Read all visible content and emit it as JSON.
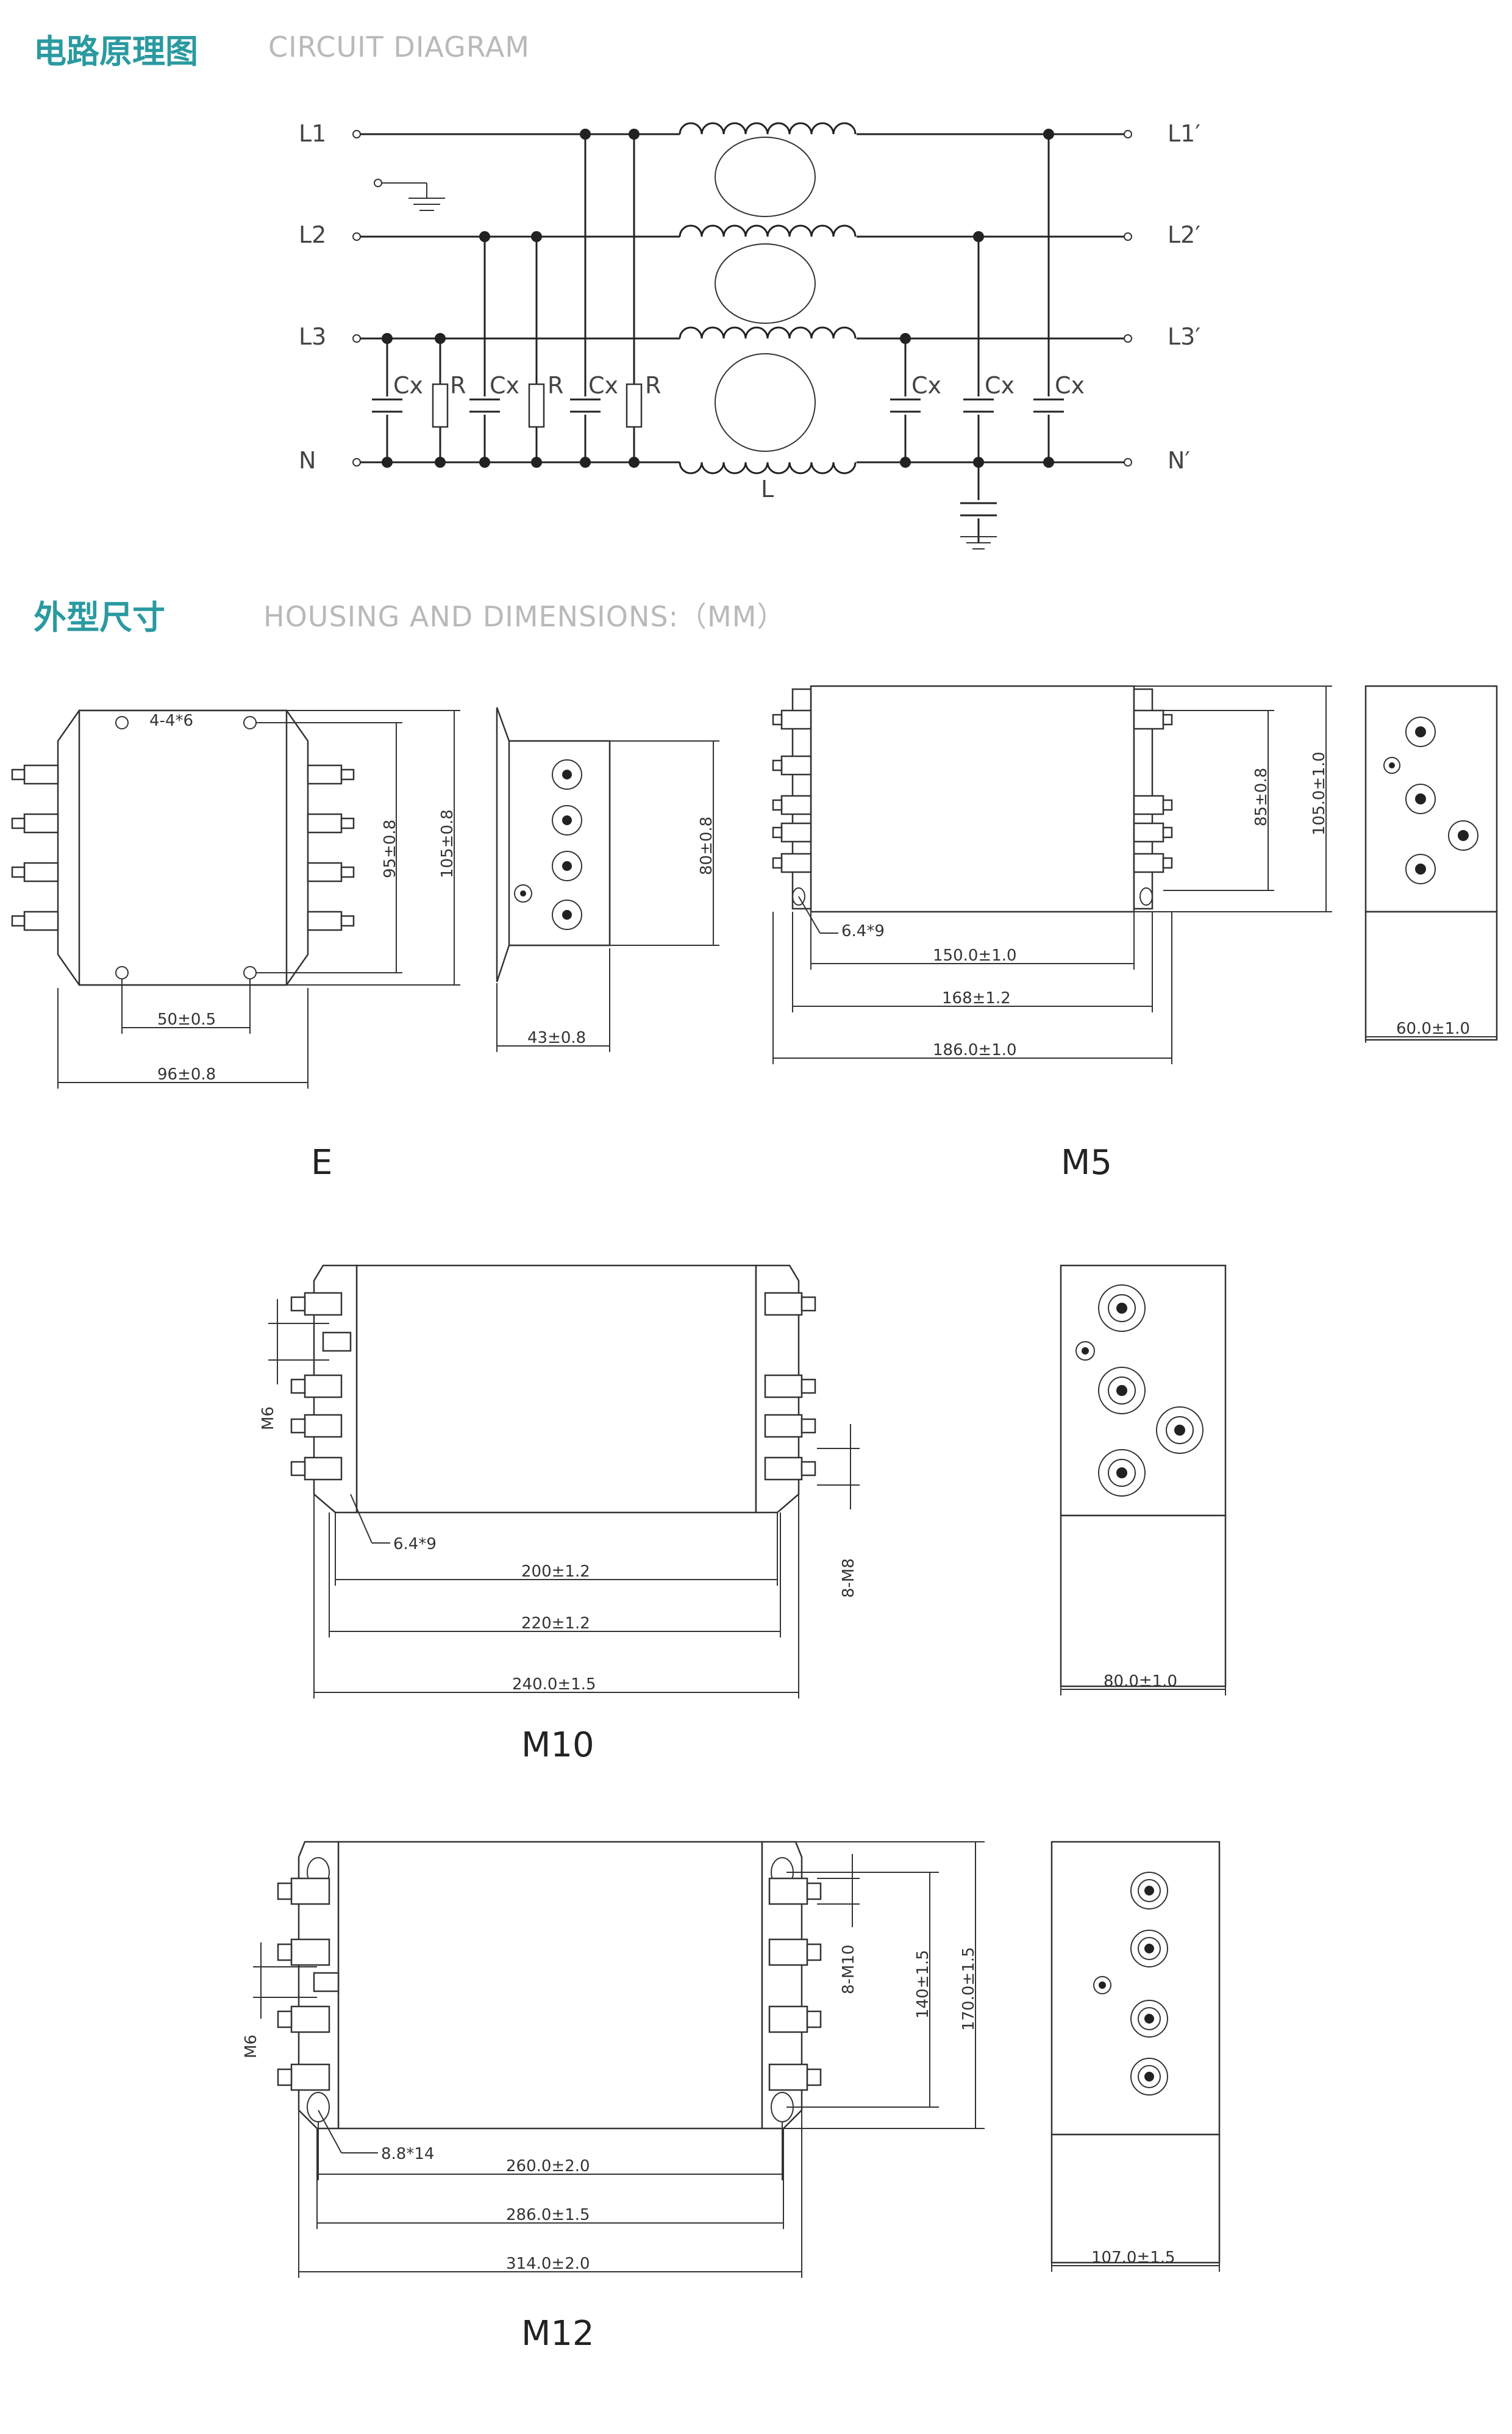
{
  "circuit": {
    "title": "电路原理图",
    "subtitle": "CIRCUIT DIAGRAM",
    "inputs": [
      "L1",
      "L2",
      "L3",
      "N"
    ],
    "outputs": [
      "L1′",
      "L2′",
      "L3′",
      "N′"
    ],
    "inductor_label": "L",
    "cap_label": "Cx",
    "res_label": "R"
  },
  "housing": {
    "title": "外型尺寸",
    "subtitle": "HOUSING AND DIMENSIONS:（MM）"
  },
  "models": {
    "E": {
      "name": "E",
      "hole": "4-4*6",
      "dim_95": "95±0.8",
      "dim_105": "105±0.8",
      "dim_50": "50±0.5",
      "dim_96": "96±0.8",
      "side_80": "80±0.8",
      "side_43": "43±0.8"
    },
    "M5": {
      "name": "M5",
      "hole": "6.4*9",
      "dim_150": "150.0±1.0",
      "dim_168": "168±1.2",
      "dim_186": "186.0±1.0",
      "dim_85": "85±0.8",
      "dim_105": "105.0±1.0",
      "side_60": "60.0±1.0"
    },
    "M10": {
      "name": "M10",
      "hole": "6.4*9",
      "thread_m6": "M6",
      "thread_m8": "8-M8",
      "dim_200": "200±1.2",
      "dim_220": "220±1.2",
      "dim_240": "240.0±1.5",
      "side_80": "80.0±1.0"
    },
    "M12": {
      "name": "M12",
      "hole": "8.8*14",
      "thread_m6": "M6",
      "thread_m10": "8-M10",
      "dim_260": "260.0±2.0",
      "dim_286": "286.0±1.5",
      "dim_314": "314.0±2.0",
      "dim_140": "140±1.5",
      "dim_170": "170.0±1.5",
      "side_107": "107.0±1.5"
    }
  }
}
